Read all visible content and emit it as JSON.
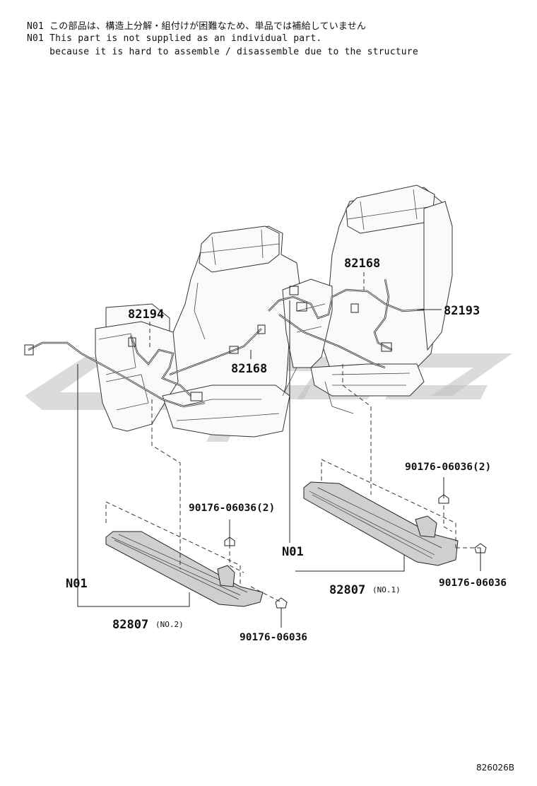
{
  "notes": {
    "jp": "N01 この部品は、構造上分解・組付けが困難なため、単品では補給していません",
    "en_line1": "N01 This part is not supplied as an individual part.",
    "en_line2": "    because it is hard to assemble / disassemble due to the structure"
  },
  "callouts": {
    "p82194": "82194",
    "p82168_left": "82168",
    "p82168_right": "82168",
    "p82193": "82193",
    "n01_left": "N01",
    "n01_right": "N01",
    "p82807_left": "82807",
    "p82807_left_sub": "(NO.2)",
    "p82807_right": "82807",
    "p82807_right_sub": "(NO.1)",
    "clip_left_top": "90176-06036(2)",
    "clip_left_bottom": "90176-06036",
    "clip_right_top": "90176-06036(2)",
    "clip_right_bottom": "90176-06036"
  },
  "diagram_code": "826026B"
}
